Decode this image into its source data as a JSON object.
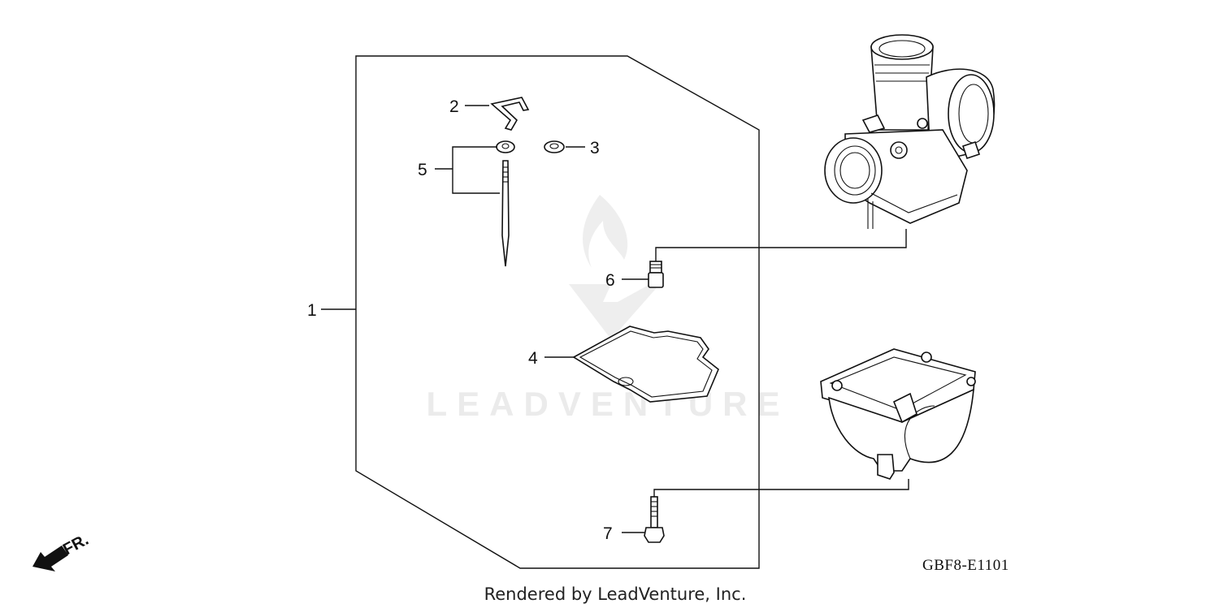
{
  "diagram": {
    "callouts": [
      {
        "id": "1",
        "text": "1"
      },
      {
        "id": "2",
        "text": "2"
      },
      {
        "id": "3",
        "text": "3"
      },
      {
        "id": "4",
        "text": "4"
      },
      {
        "id": "5",
        "text": "5"
      },
      {
        "id": "6",
        "text": "6"
      },
      {
        "id": "7",
        "text": "7"
      }
    ],
    "diagram_code": "GBF8-E1101",
    "direction_label": "FR.",
    "watermark_text": "LEADVENTURE",
    "credit": "Rendered by LeadVenture, Inc."
  },
  "colors": {
    "line": "#111111",
    "watermark": "#ebebeb",
    "background": "#ffffff"
  }
}
